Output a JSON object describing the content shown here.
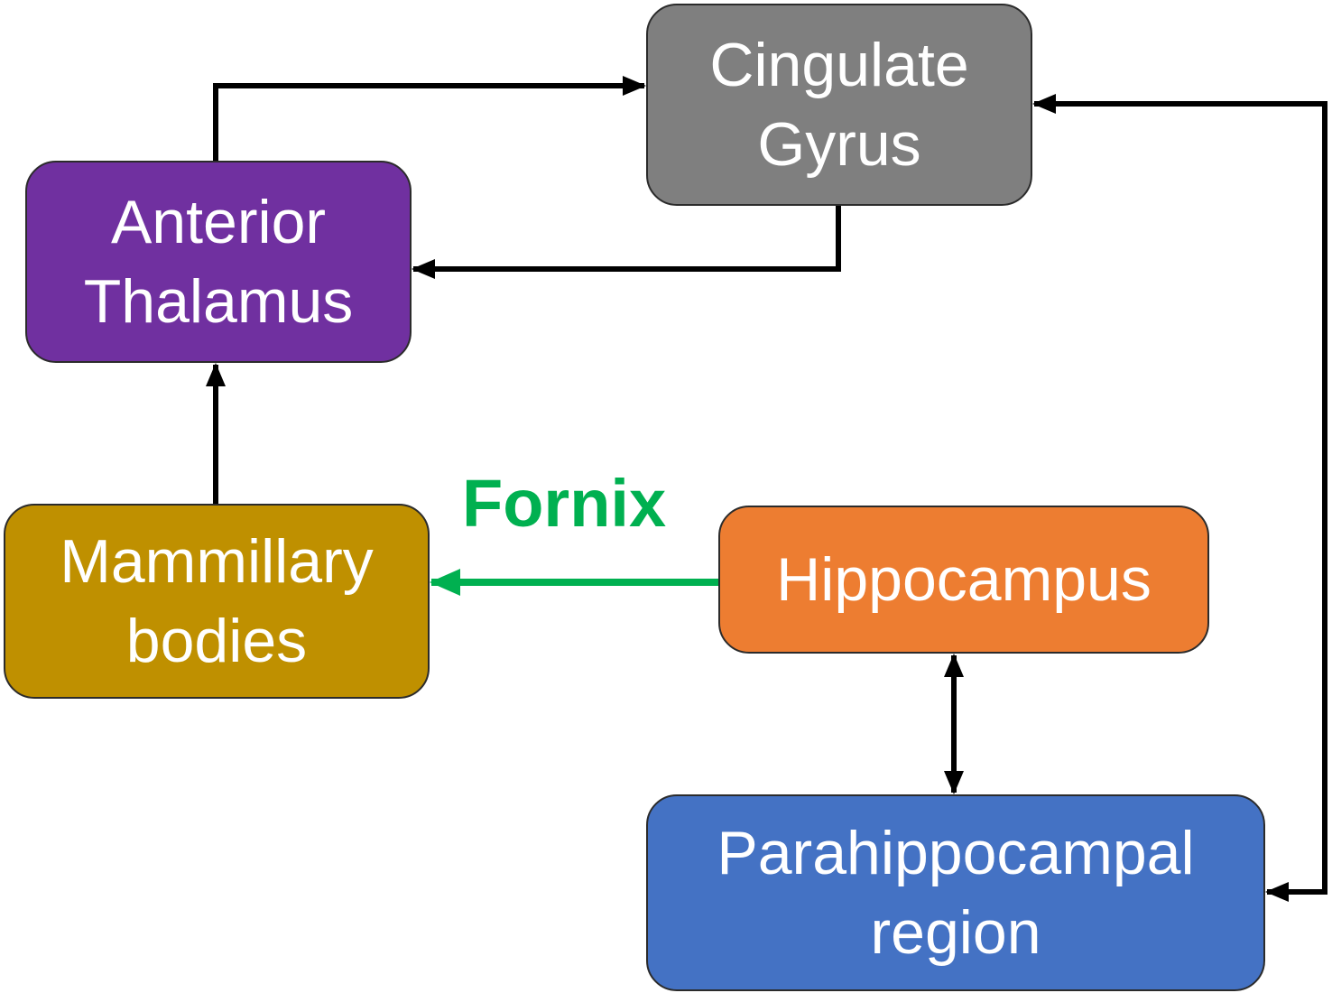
{
  "nodes": {
    "cingulate": {
      "lines": [
        "Cingulate",
        "Gyrus"
      ],
      "color": "#7f7f7f"
    },
    "thalamus": {
      "lines": [
        "Anterior",
        "Thalamus"
      ],
      "color": "#7030a0"
    },
    "mammillary": {
      "lines": [
        "Mammillary",
        "bodies"
      ],
      "color": "#bf9000"
    },
    "hippo": {
      "lines": [
        "Hippocampus"
      ],
      "color": "#ed7d31"
    },
    "parahippo": {
      "lines": [
        "Parahippocampal",
        "region"
      ],
      "color": "#4472c4"
    }
  },
  "fornix": {
    "label": "Fornix",
    "color": "#00b050"
  },
  "arrow_color": "#000000"
}
